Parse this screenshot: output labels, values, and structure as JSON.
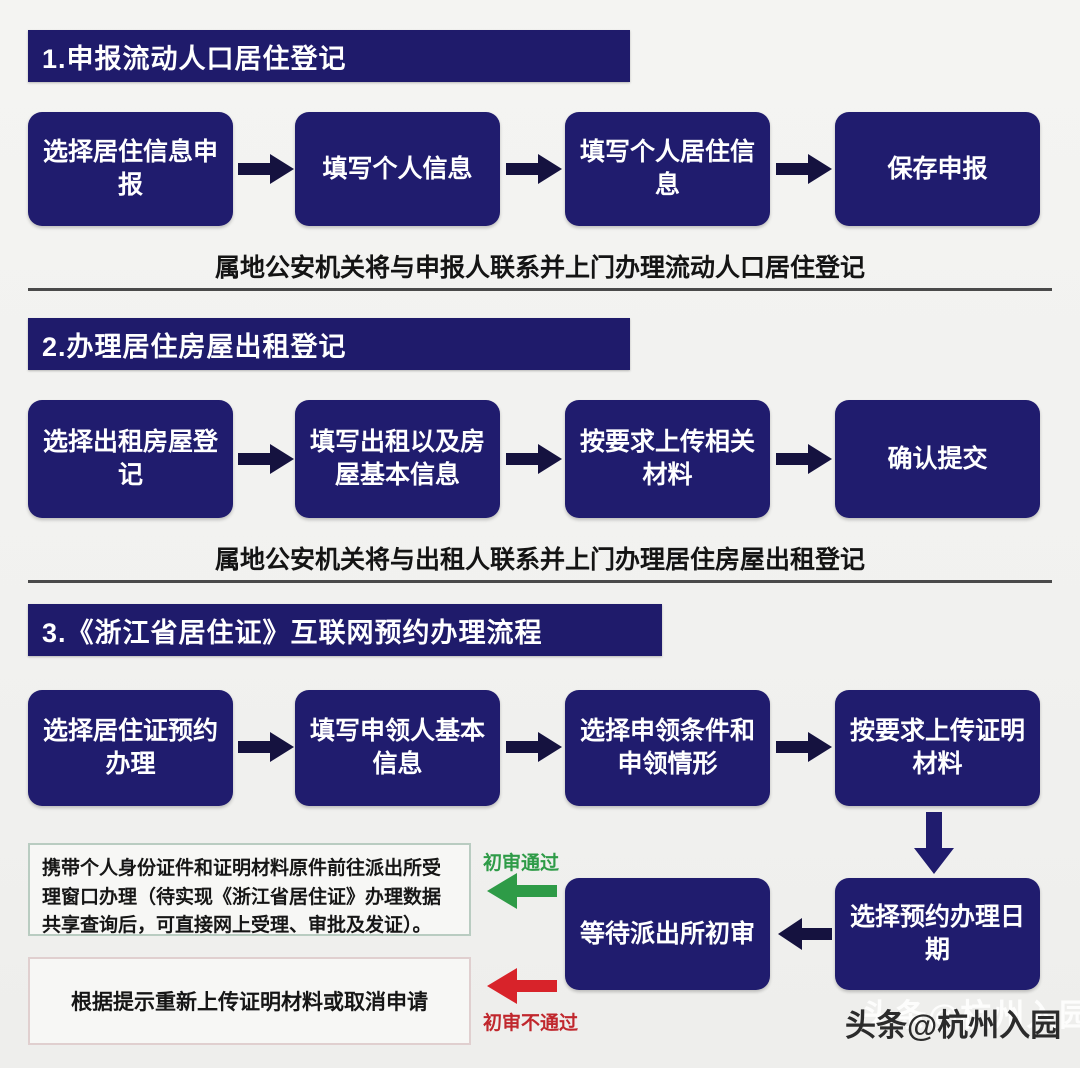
{
  "sections": [
    {
      "id": "section-1",
      "header": "1.申报流动人口居住登记",
      "steps": [
        "选择居住信息申报",
        "填写个人信息",
        "填写个人居住信息",
        "保存申报"
      ],
      "note": "属地公安机关将与申报人联系并上门办理流动人口居住登记"
    },
    {
      "id": "section-2",
      "header": "2.办理居住房屋出租登记",
      "steps": [
        "选择出租房屋登记",
        "填写出租以及房屋基本信息",
        "按要求上传相关材料",
        "确认提交"
      ],
      "note": "属地公安机关将与出租人联系并上门办理居住房屋出租登记"
    },
    {
      "id": "section-3",
      "header": "3.《浙江省居住证》互联网预约办理流程",
      "steps": [
        "选择居住证预约办理",
        "填写申领人基本信息",
        "选择申领条件和申领情形",
        "按要求上传证明材料"
      ],
      "bottom_steps": [
        "等待派出所初审",
        "选择预约办理日期"
      ],
      "outcomes": {
        "pass_label": "初审通过",
        "pass_note": "携带个人身份证件和证明材料原件前往派出所受理窗口办理（待实现《浙江省居住证》办理数据共享查询后，可直接网上受理、审批及发证）。",
        "fail_label": "初审不通过",
        "fail_note": "根据提示重新上传证明材料或取消申请"
      }
    }
  ],
  "watermark": "头条@杭州入园",
  "colors": {
    "navy": "#201c6e",
    "arrow_dark": "#15123f",
    "green": "#2e9b47",
    "red": "#d8232a",
    "background": "#f2f2f0"
  }
}
